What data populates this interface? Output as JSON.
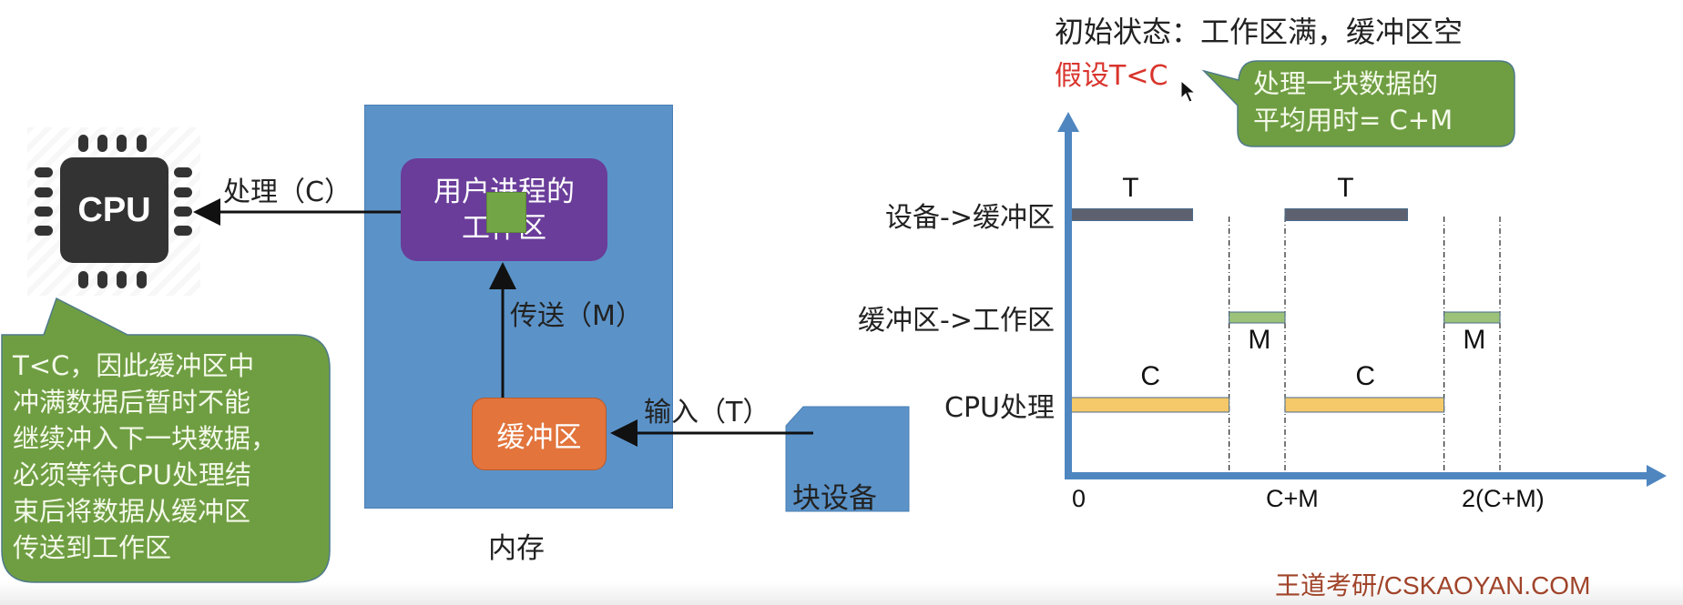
{
  "header": {
    "initial_state": "初始状态：工作区满，缓冲区空",
    "assumption": "假设T<C"
  },
  "colors": {
    "assumption_red": "#d9342c",
    "callout_green": "#6f9e42",
    "memory_blue": "#5b93c9",
    "workarea_purple": "#6a3d9a",
    "buffer_orange": "#e2743c",
    "data_block_green": "#72a545",
    "device_to_buffer_bar": "#5d616f",
    "buffer_to_work_bar": "#9cc27a",
    "cpu_bar": "#f5c96a",
    "axis_blue": "#4f86c0",
    "watermark": "#a0442a"
  },
  "diagram": {
    "cpu": {
      "icon": "cpu-chip-icon",
      "label": "CPU"
    },
    "process_arrow_label": "处理（C）",
    "memory_label": "内存",
    "workarea_label_line1": "用户进程的",
    "workarea_label_line2": "工作区",
    "transfer_arrow_label": "传送（M）",
    "buffer_label": "缓冲区",
    "input_arrow_label": "输入（T）",
    "block_device_label": "块设备"
  },
  "callouts": {
    "left": {
      "lines": [
        "T<C，因此缓冲区中",
        "冲满数据后暂时不能",
        "继续冲入下一块数据，",
        "必须等待CPU处理结",
        "束后将数据从缓冲区",
        "传送到工作区"
      ]
    },
    "top_right": {
      "lines": [
        "处理一块数据的",
        "平均用时= C+M"
      ]
    }
  },
  "chart_data": {
    "type": "gantt",
    "title": "",
    "rows": [
      "设备->缓冲区",
      "缓冲区->工作区",
      "CPU处理"
    ],
    "x_ticks": [
      {
        "label": "0",
        "value": 0
      },
      {
        "label": "C+M",
        "value": 1
      },
      {
        "label": "2(C+M)",
        "value": 2
      }
    ],
    "unit_note": "x in units of (C+M); C≈0.74, M≈0.26, T≈0.57 (T<C)",
    "xlim": [
      0,
      2.7
    ],
    "bars": [
      {
        "row": "设备->缓冲区",
        "label": "T",
        "start": 0.0,
        "end": 0.57
      },
      {
        "row": "设备->缓冲区",
        "label": "T",
        "start": 1.0,
        "end": 1.57
      },
      {
        "row": "缓冲区->工作区",
        "label": "M",
        "start": 0.74,
        "end": 1.0
      },
      {
        "row": "缓冲区->工作区",
        "label": "M",
        "start": 1.74,
        "end": 2.0
      },
      {
        "row": "CPU处理",
        "label": "C",
        "start": 0.0,
        "end": 0.74
      },
      {
        "row": "CPU处理",
        "label": "C",
        "start": 1.0,
        "end": 1.74
      }
    ],
    "guides": [
      0.74,
      1.0,
      1.74,
      2.0
    ]
  },
  "watermark": "王道考研/CSKAOYAN.COM"
}
